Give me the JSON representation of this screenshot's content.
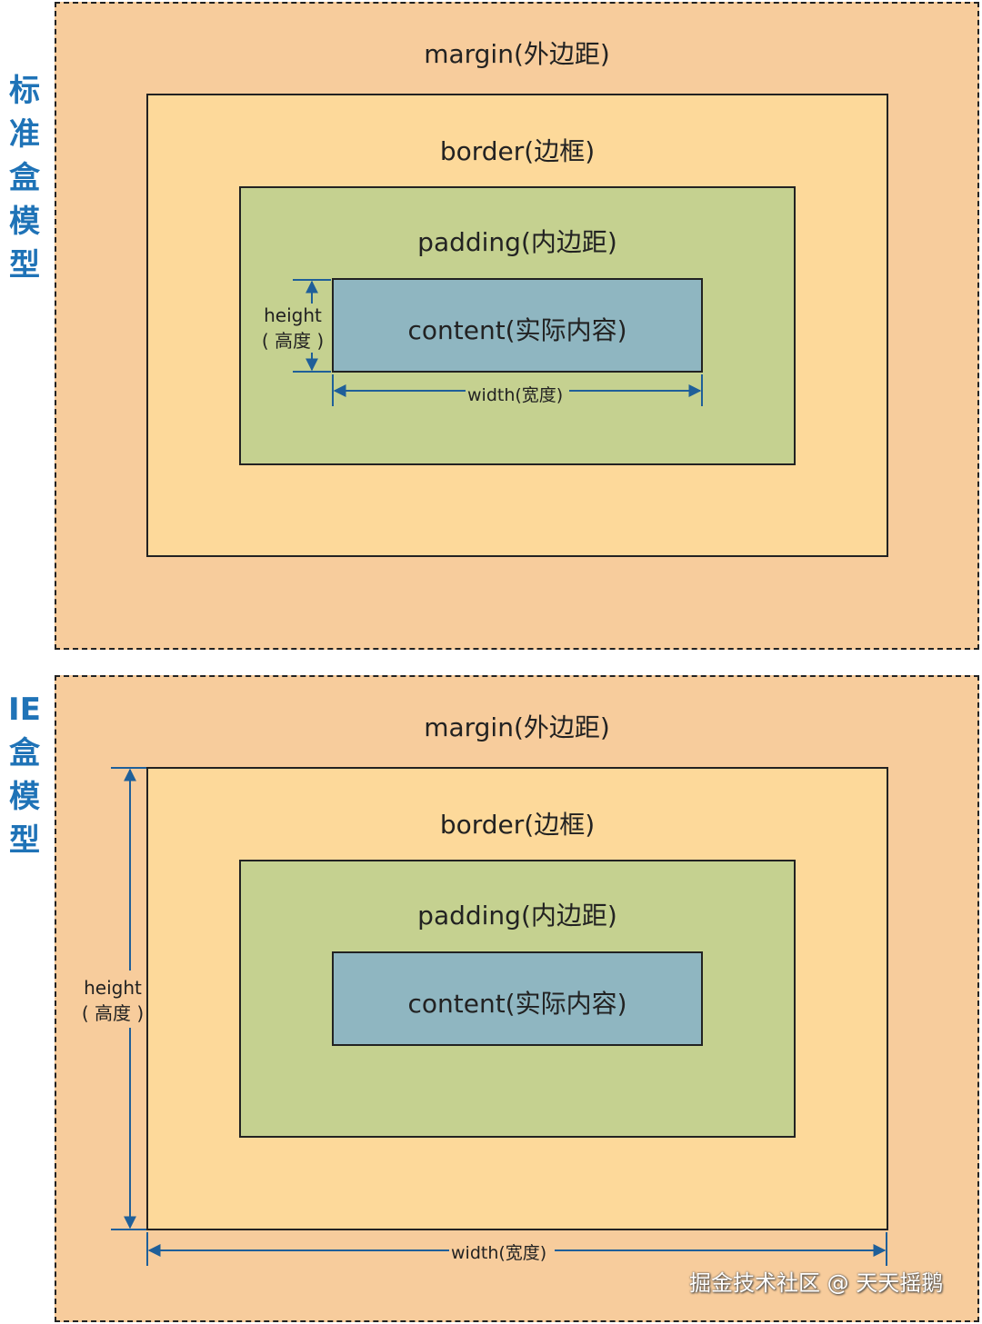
{
  "standard": {
    "title_chars": [
      "标",
      "准",
      "盒",
      "模",
      "型"
    ],
    "margin_label": "margin(外边距)",
    "border_label": "border(边框)",
    "padding_label": "padding(内边距)",
    "content_label": "content(实际内容)",
    "height_label": "height",
    "height_cn": "( 高度 )",
    "width_label": "width(宽度)"
  },
  "ie": {
    "title_chars": [
      "IE",
      "盒",
      "模",
      "型"
    ],
    "margin_label": "margin(外边距)",
    "border_label": "border(边框)",
    "padding_label": "padding(内边距)",
    "content_label": "content(实际内容)",
    "height_label": "height",
    "height_cn": "( 高度 )",
    "width_label": "width(宽度)"
  },
  "watermark": "掘金技术社区 @ 天天摇鹅",
  "colors": {
    "margin": "#f7cc9c",
    "border": "#fdd99a",
    "padding": "#c5d190",
    "content": "#8fb6c1",
    "accent": "#1f73b7"
  }
}
